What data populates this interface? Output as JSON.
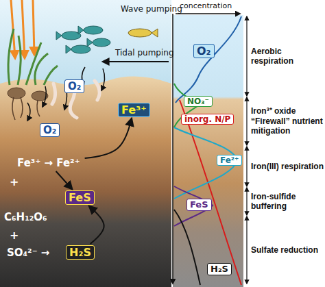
{
  "diagram": {
    "nodes": [
      {
        "text": [
          "O₂"
        ]
      },
      {
        "text": [
          "O₂"
        ]
      },
      {
        "text": [
          "Fe³⁺"
        ]
      },
      {
        "text": [
          "Fe³⁺ → Fe²⁺"
        ]
      },
      {
        "text": [
          "FeS"
        ]
      },
      {
        "text": [
          "H₂S"
        ]
      },
      {
        "text": [
          "O₂"
        ]
      },
      {
        "text": [
          "NO₃⁻"
        ]
      },
      {
        "text": [
          "inorg. N/P"
        ]
      },
      {
        "text": [
          "Fe²⁺"
        ]
      },
      {
        "text": [
          "FeS"
        ]
      },
      {
        "text": [
          "H₂S"
        ]
      }
    ],
    "edges": [
      {
        "from": 3,
        "to": 2,
        "arrow": "to"
      },
      {
        "from": 3,
        "to": 4,
        "arrow": "to"
      },
      {
        "from": 5,
        "to": 4,
        "arrow": "to"
      }
    ],
    "labels": [
      "Wave pumping",
      "Tidal pumping",
      "+",
      "C₆H₁₂O₆",
      "+",
      "SO₄²⁻ →",
      "concentration",
      "Aerobic respiration",
      "Iron³⁺ oxide “Firewall” nutrient mitigation",
      "Iron(III) respiration",
      "Iron-sulfide buffering",
      "Sulfate reduction"
    ]
  }
}
